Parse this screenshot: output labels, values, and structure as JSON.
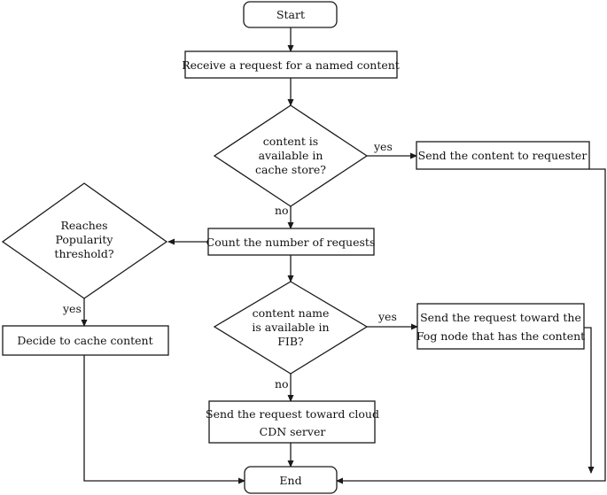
{
  "nodes": {
    "start": "Start",
    "receive": "Receive a request for a named content",
    "cache_check": [
      "content is",
      "available in",
      "cache store?"
    ],
    "send_content": "Send the content to requester",
    "count": "Count the number of requests",
    "popularity": [
      "Reaches",
      "Popularity",
      "threshold?"
    ],
    "decide_cache": "Decide to cache content",
    "fib_check": [
      "content name",
      "is available in",
      "FIB?"
    ],
    "send_fog": [
      "Send the request toward the",
      "Fog node that has the content"
    ],
    "send_cloud": [
      "Send the request toward cloud",
      "CDN server"
    ],
    "end": "End"
  },
  "edge_labels": {
    "cache_yes": "yes",
    "cache_no": "no",
    "popularity_yes": "yes",
    "fib_yes": "yes",
    "fib_no": "no"
  }
}
